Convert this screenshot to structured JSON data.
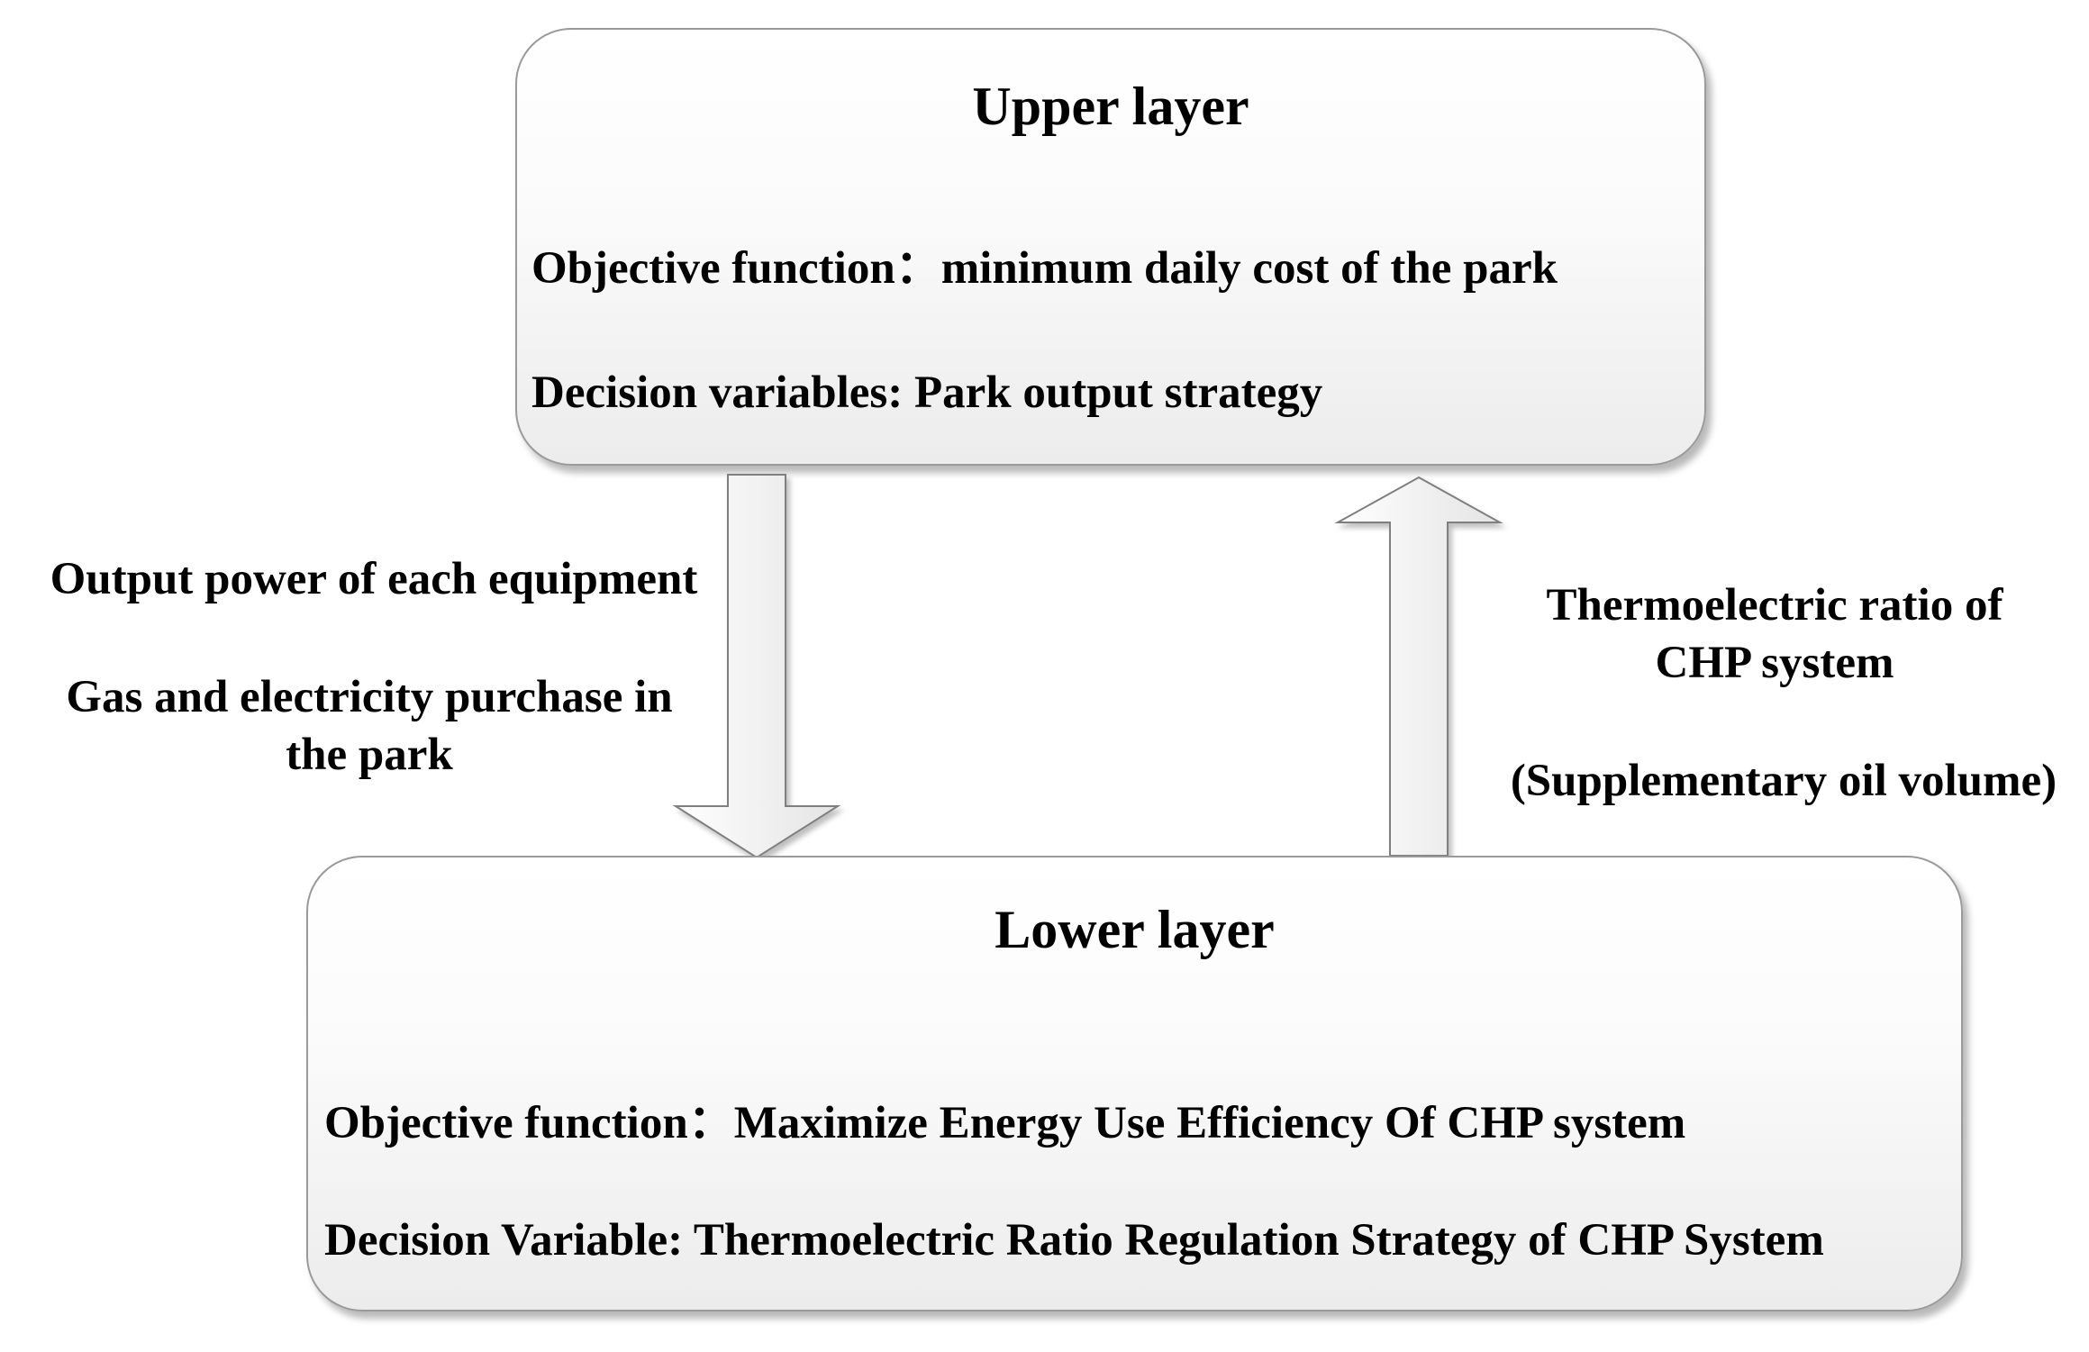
{
  "upper_layer": {
    "title": "Upper layer",
    "objective": "Objective function：minimum daily cost of the park",
    "decision": "Decision variables:  Park output strategy"
  },
  "lower_layer": {
    "title": "Lower layer",
    "objective": "Objective function：Maximize Energy Use Efficiency Of CHP system",
    "decision": "Decision Variable: Thermoelectric Ratio Regulation Strategy of CHP System"
  },
  "downward_flow": {
    "line1": "Output power of each equipment",
    "line2": "Gas and electricity purchase in\nthe park"
  },
  "upward_flow": {
    "line1": "Thermoelectric ratio of\nCHP system",
    "line2": "(Supplementary oil volume)"
  },
  "colors": {
    "box_border": "#9a9a9a",
    "arrow_border": "#7f7f7f",
    "fill_light": "#ffffff",
    "fill_dark": "#e6e6e6"
  }
}
